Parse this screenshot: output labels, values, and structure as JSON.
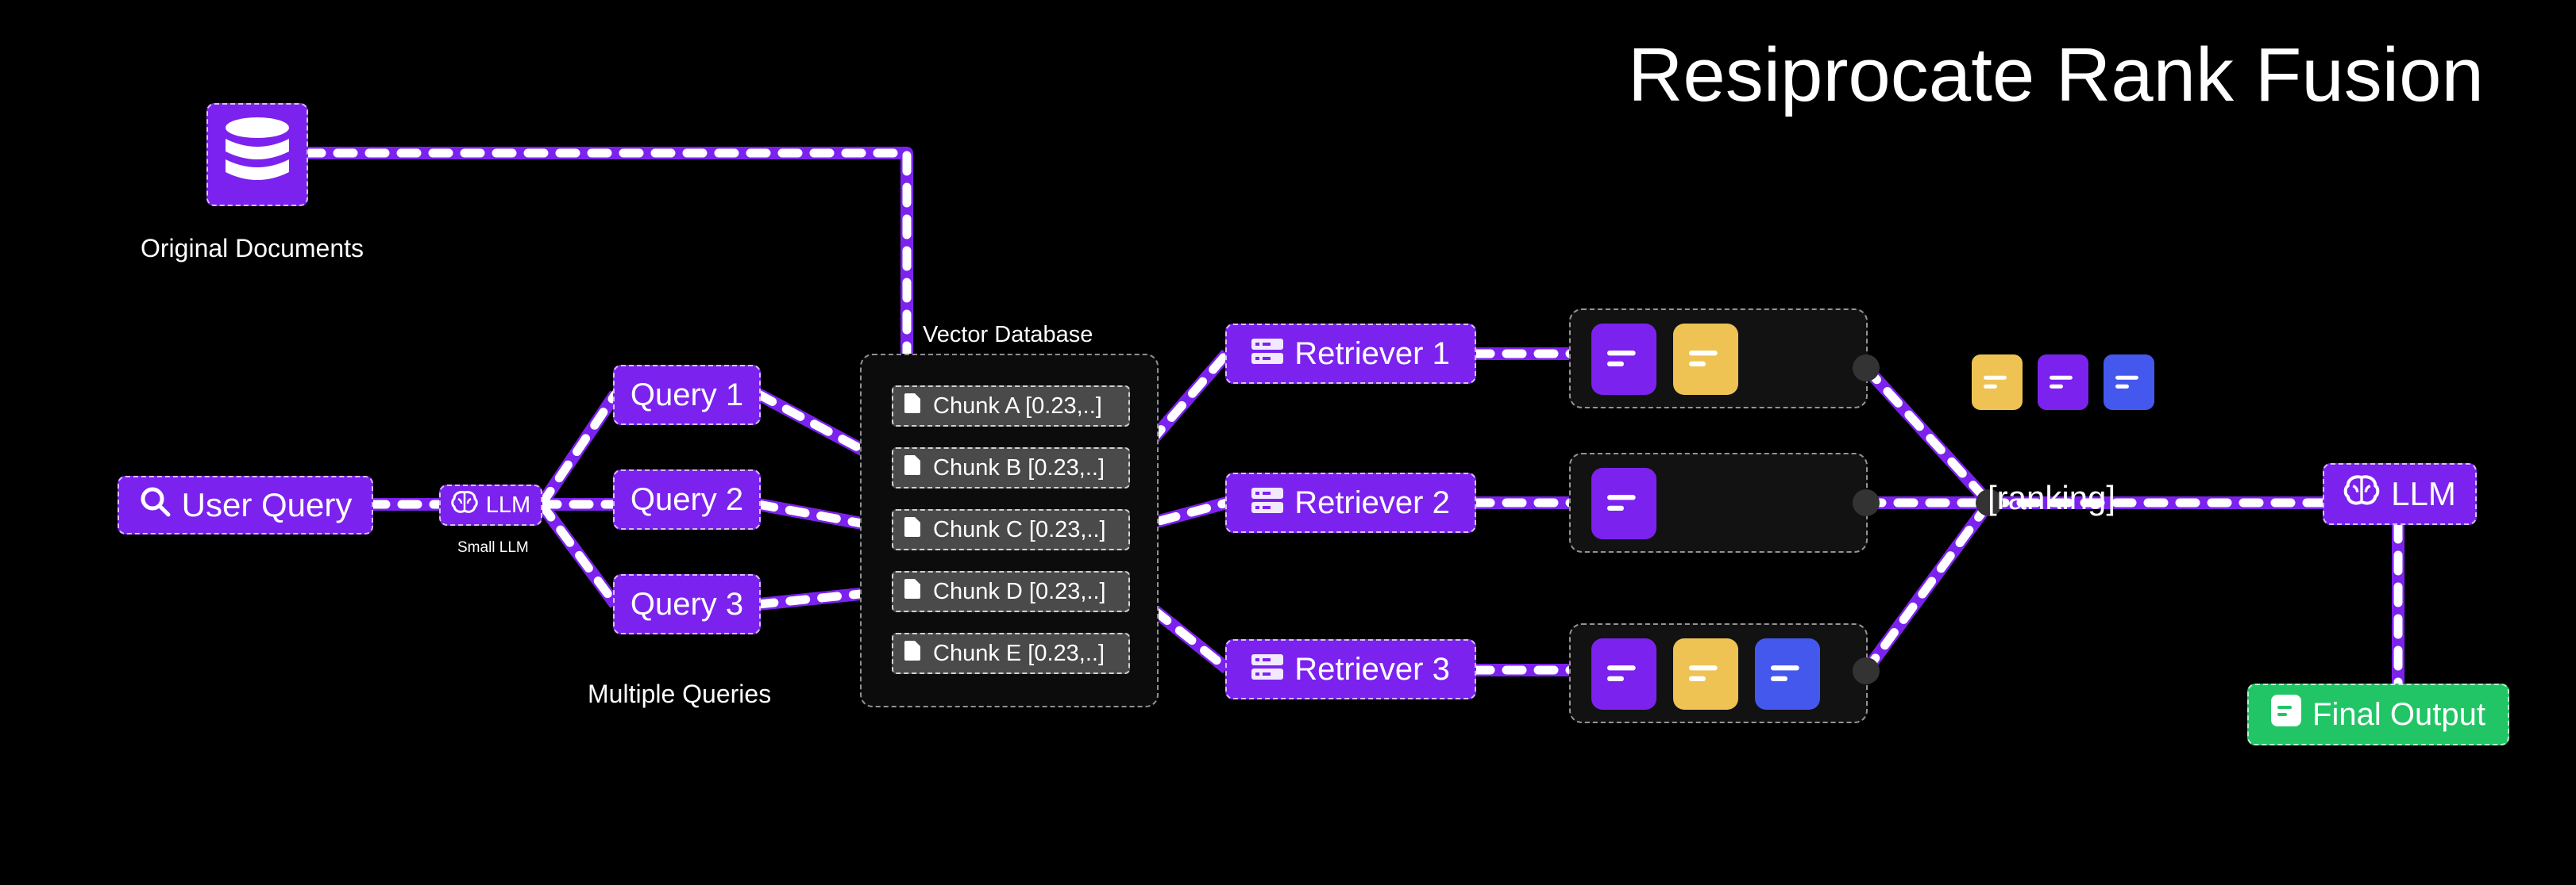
{
  "title": "Resiprocate Rank Fusion",
  "colors": {
    "purple": "#7c22ee",
    "yellow": "#eec354",
    "blue": "#4458ee",
    "green": "#22c566",
    "chunk": "#4a4a4a",
    "wire": "#7c22ee",
    "dash": "#ffffff"
  },
  "original_documents": {
    "label": "Original Documents",
    "icon": "database-icon"
  },
  "user_query": {
    "label": "User Query",
    "icon": "search-icon"
  },
  "small_llm": {
    "label": "LLM",
    "caption": "Small LLM",
    "icon": "brain-icon"
  },
  "queries": {
    "labels": [
      "Query 1",
      "Query 2",
      "Query 3"
    ],
    "caption": "Multiple Queries"
  },
  "vector_database": {
    "label": "Vector Database",
    "chunks": [
      "Chunk A [0.23,..]",
      "Chunk B [0.23,..]",
      "Chunk C [0.23,..]",
      "Chunk D [0.23,..]",
      "Chunk E [0.23,..]"
    ]
  },
  "retrievers": {
    "labels": [
      "Retriever 1",
      "Retriever 2",
      "Retriever 3"
    ],
    "icon": "server-icon"
  },
  "results": [
    [
      "purple",
      "yellow"
    ],
    [
      "purple"
    ],
    [
      "purple",
      "yellow",
      "blue"
    ]
  ],
  "ranked": [
    "yellow",
    "purple",
    "blue"
  ],
  "ranking_label": "[ranking]",
  "final_llm": {
    "label": "LLM",
    "icon": "brain-icon"
  },
  "final_output": {
    "label": "Final Output",
    "icon": "document-icon"
  }
}
